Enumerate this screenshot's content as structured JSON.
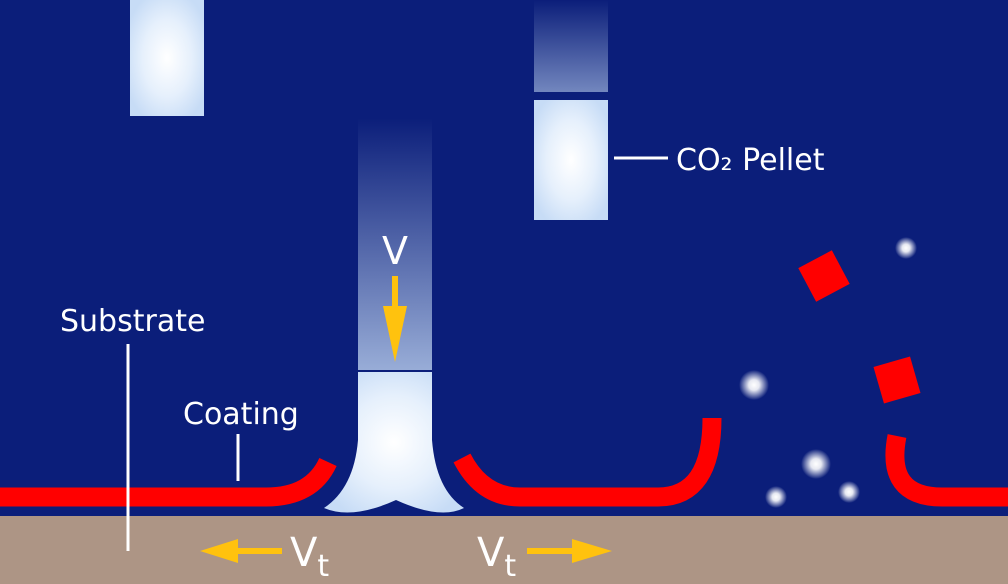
{
  "labels": {
    "pellet": "CO₂ Pellet",
    "substrate": "Substrate",
    "coating": "Coating",
    "velocity": "V",
    "tangential_velocity_main": "V",
    "tangential_velocity_subscript": "t"
  },
  "colors": {
    "background": "#0b1e7a",
    "substrate": "#ad9585",
    "coating": "#ff0000",
    "pellet": "#dbe9fb",
    "arrow": "#ffc20e",
    "text": "#ffffff"
  }
}
